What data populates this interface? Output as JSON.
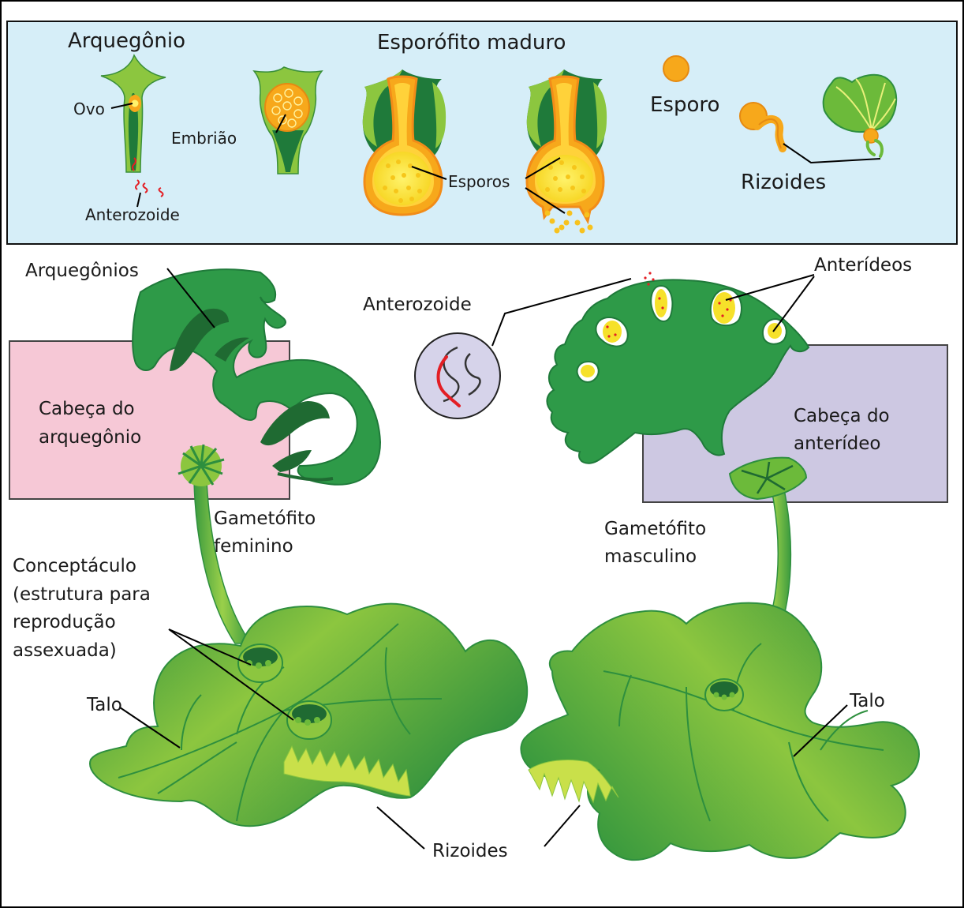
{
  "top_panel": {
    "title_archegonium": "Arquegônio",
    "title_sporophyte": "Esporófito maduro",
    "egg": "Ovo",
    "embryo": "Embrião",
    "antherozoid": "Anterozoide",
    "spores": "Esporos",
    "spore": "Esporo",
    "rhizoids": "Rizoides"
  },
  "main": {
    "archegonia": "Arquegônios",
    "antherozoid": "Anterozoide",
    "antheridia": "Anterídeos",
    "archegonium_head": [
      "Cabeça do",
      "arquegônio"
    ],
    "antheridium_head": [
      "Cabeça do",
      "anterídeo"
    ],
    "female_gametophyte": [
      "Gametófito",
      "feminino"
    ],
    "male_gametophyte": [
      "Gametófito",
      "masculino"
    ],
    "conceptacle": [
      "Conceptáculo",
      "(estrutura para",
      "reprodução",
      "assexuada)"
    ],
    "thallus_left": "Talo",
    "thallus_right": "Talo",
    "rhizoids": "Rizoides"
  },
  "colors": {
    "panel_bg": "#d6eef8",
    "pink_box": "#f6c8d6",
    "lilac_box": "#cdc8e2",
    "dark_green": "#1f7a3a",
    "mid_green": "#2e9a48",
    "light_green": "#8cc63f",
    "spore_yellow": "#f6e12a",
    "spore_orange": "#f7a81b",
    "antherozoid_red": "#e31e24"
  }
}
